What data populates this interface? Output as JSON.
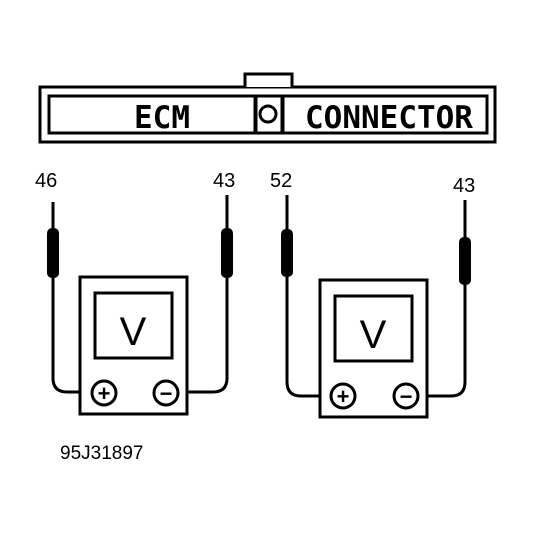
{
  "connector": {
    "left_label": "ECM",
    "right_label": "CONNECTOR"
  },
  "meters": [
    {
      "symbol": "V",
      "plus_symbol": "+",
      "minus_symbol": "−",
      "positive_pin": "46",
      "negative_pin": "43"
    },
    {
      "symbol": "V",
      "plus_symbol": "+",
      "minus_symbol": "−",
      "positive_pin": "52",
      "negative_pin": "43"
    }
  ],
  "figure_id": "95J31897",
  "colors": {
    "line": "#000000",
    "background": "#ffffff"
  }
}
